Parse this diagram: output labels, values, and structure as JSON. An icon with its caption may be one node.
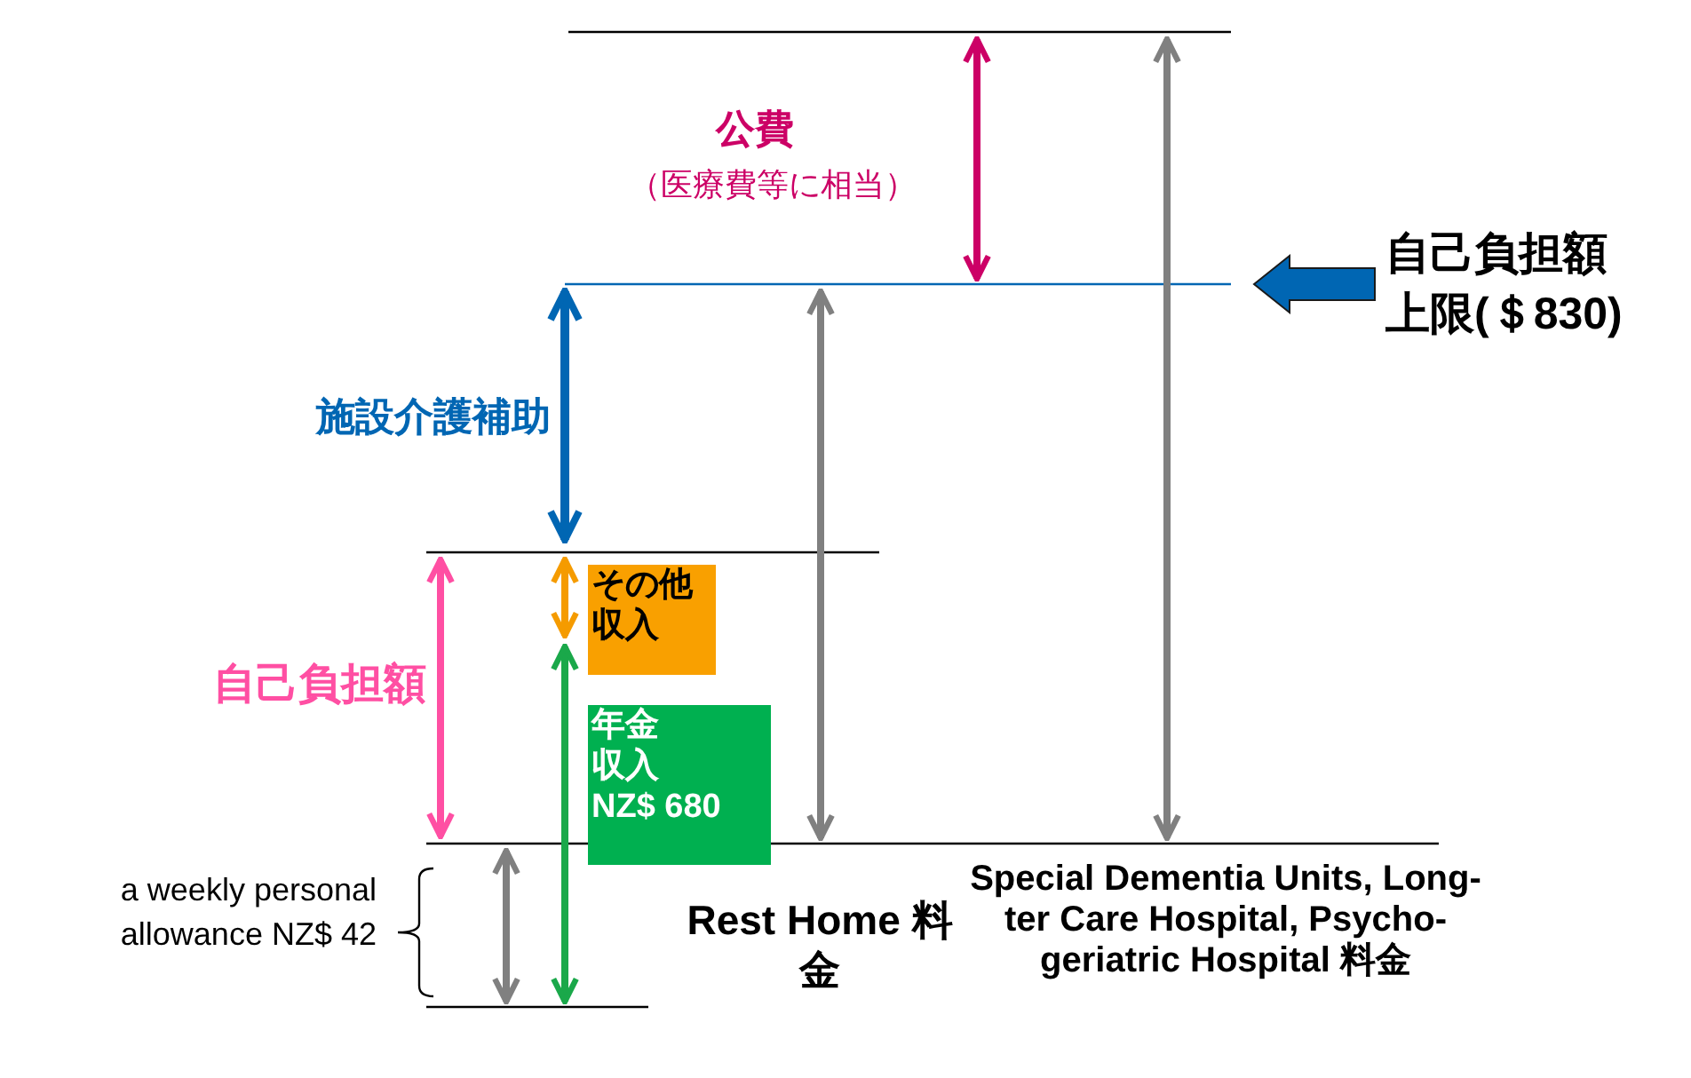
{
  "diagram": {
    "nodes": [
      {
        "text": [
          "その他収入"
        ]
      },
      {
        "text": [
          "年金収入",
          "NZ$ 680"
        ]
      }
    ],
    "labels": [
      "公費",
      "（医療費等に相当）",
      "自己負担額",
      "上限(＄830)",
      "施設介護補助",
      "自己負担額",
      "a weekly personal allowance NZ$ 42",
      "Rest Home 料金",
      "Special Dementia Units, Long-ter Care Hospital, Psycho-geriatric Hospital 料金"
    ]
  }
}
